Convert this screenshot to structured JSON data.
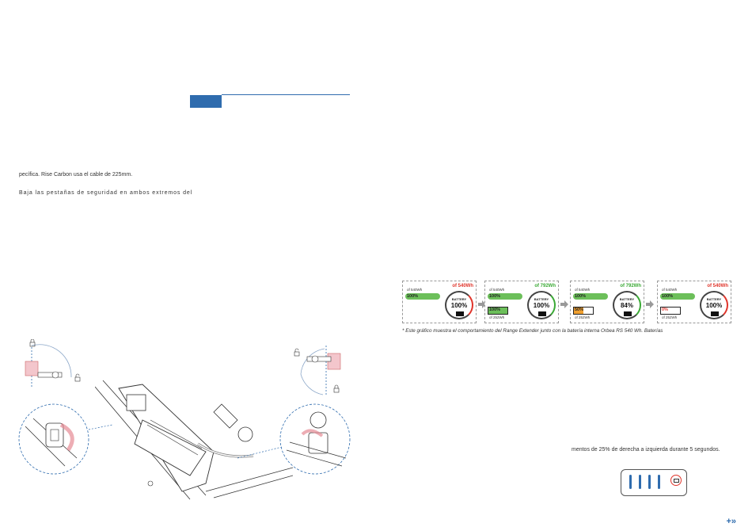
{
  "left_page": {
    "paragraph_1": "pecífica. Rise Carbon usa el cable de 225mm.",
    "paragraph_2": "Baja las pestañas de seguridad en ambos extremos del"
  },
  "right_page": {
    "caption": "* Este gráfico muestra el comportamiento del Range Extender junto con la batería interna Orbea RS 540 Wh. Baterías",
    "led_text": "mentos de 25% de derecha a izquierda durante 5 segundos."
  },
  "battery_panels": [
    {
      "capacity_label": "of 540Wh",
      "capacity_color": "#e0352b",
      "internal_label": "of 540Wh",
      "internal_pct": "100%",
      "internal_fill": 1.0,
      "internal_fill_color": "#6cbf5a",
      "extender_pct": "",
      "extender_label": "",
      "gauge_title": "BATTERY",
      "gauge_pct": "100%"
    },
    {
      "capacity_label": "of 792Wh",
      "capacity_color": "#3aa935",
      "internal_label": "of 540Wh",
      "internal_pct": "100%",
      "internal_fill": 1.0,
      "internal_fill_color": "#6cbf5a",
      "extender_pct": "100%",
      "extender_fill": 1.0,
      "extender_fill_color": "#6cbf5a",
      "extender_label": "of 252Wh",
      "gauge_title": "BATTERY",
      "gauge_pct": "100%"
    },
    {
      "capacity_label": "of 792Wh",
      "capacity_color": "#3aa935",
      "internal_label": "of 540Wh",
      "internal_pct": "100%",
      "internal_fill": 1.0,
      "internal_fill_color": "#6cbf5a",
      "extender_pct": "50%",
      "extender_fill": 0.5,
      "extender_fill_color": "#f0a030",
      "extender_label": "of 252Wh",
      "gauge_title": "BATTERY",
      "gauge_pct": "84%"
    },
    {
      "capacity_label": "of 540Wh",
      "capacity_color": "#e0352b",
      "internal_label": "of 540Wh",
      "internal_pct": "100%",
      "internal_fill": 1.0,
      "internal_fill_color": "#6cbf5a",
      "extender_pct": "0%",
      "extender_fill": 0,
      "extender_fill_color": "#e0352b",
      "extender_label": "of 252Wh",
      "gauge_title": "BATTERY",
      "gauge_pct": "100%"
    }
  ],
  "led_indicator": {
    "levels_lit": 4,
    "levels_total": 4
  },
  "colors": {
    "accent": "#2f6cae",
    "green": "#6cbf5a",
    "red": "#e0352b",
    "orange": "#f0a030"
  },
  "icons": [
    "lock-icon",
    "unlock-icon",
    "nav-next-icon",
    "battery-icon"
  ],
  "nav": {
    "next_symbol": "+»"
  }
}
